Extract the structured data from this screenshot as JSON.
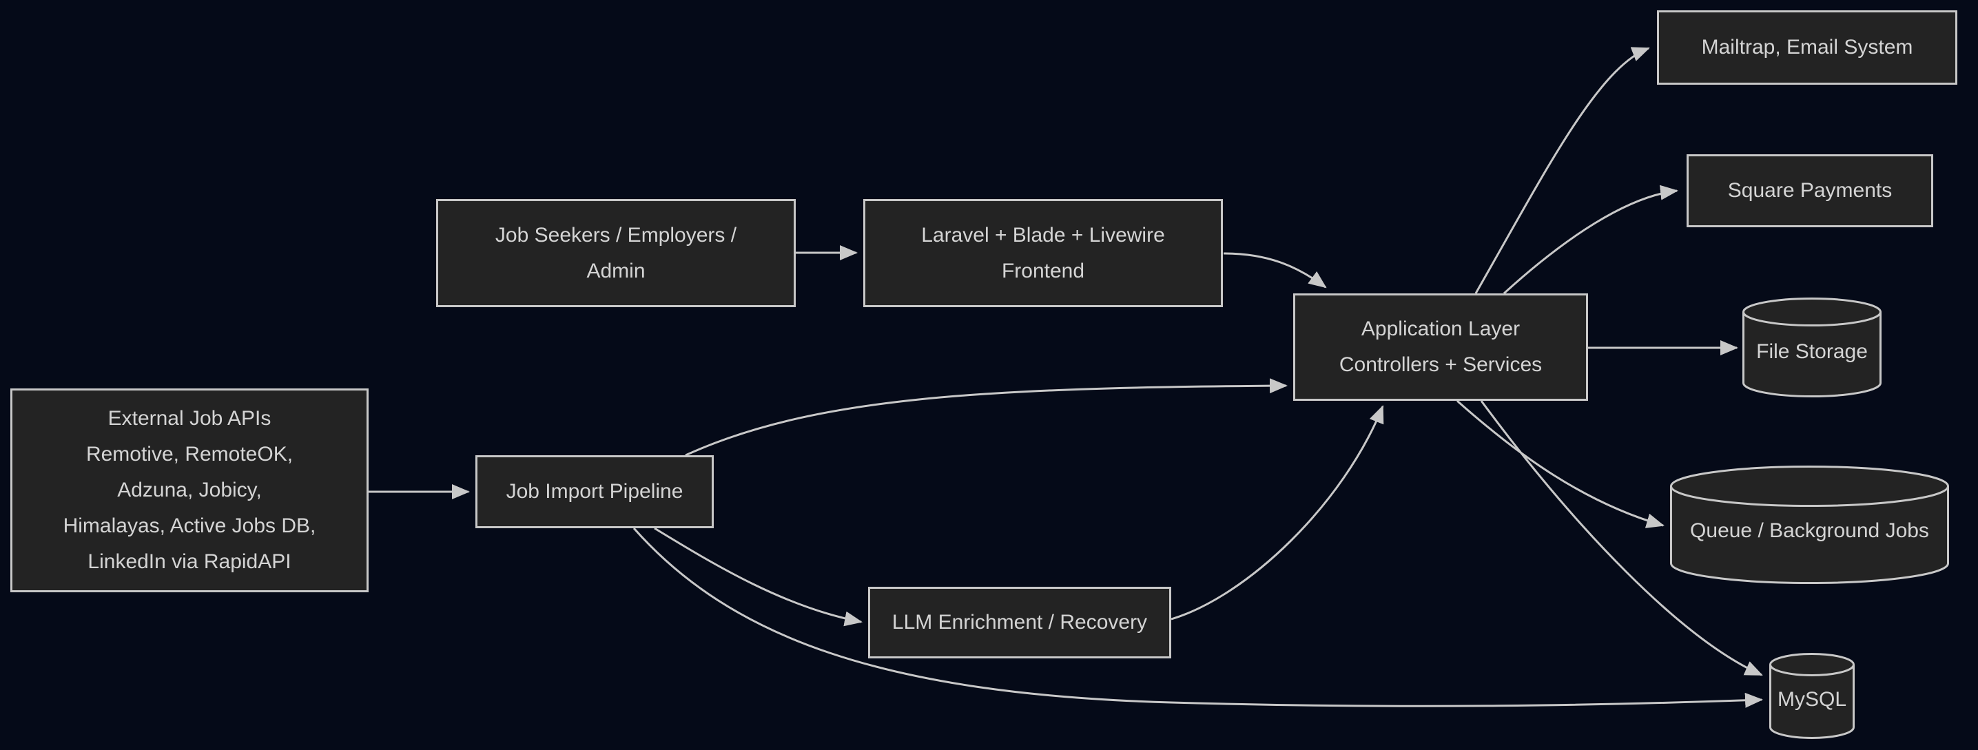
{
  "theme": {
    "background": "#050a18",
    "node_fill": "#232323",
    "node_border": "#c8c8c8",
    "edge_color": "#c8c8c8",
    "text_color": "#d4d4d4"
  },
  "diagram": {
    "nodes": {
      "job_seekers": {
        "shape": "rect",
        "label": "Job Seekers / Employers /\nAdmin"
      },
      "frontend": {
        "shape": "rect",
        "label": "Laravel + Blade + Livewire\nFrontend"
      },
      "external_apis": {
        "shape": "rect",
        "label": "External Job APIs\nRemotive, RemoteOK,\nAdzuna, Jobicy,\nHimalayas, Active Jobs DB,\nLinkedIn via RapidAPI"
      },
      "import_pipeline": {
        "shape": "rect",
        "label": "Job Import Pipeline"
      },
      "llm": {
        "shape": "rect",
        "label": "LLM Enrichment / Recovery"
      },
      "app_layer": {
        "shape": "rect",
        "label": "Application Layer\nControllers + Services"
      },
      "mailtrap": {
        "shape": "rect",
        "label": "Mailtrap, Email System"
      },
      "square": {
        "shape": "rect",
        "label": "Square Payments"
      },
      "file_storage": {
        "shape": "cylinder",
        "label": "File Storage"
      },
      "queue": {
        "shape": "cylinder",
        "label": "Queue / Background Jobs"
      },
      "mysql": {
        "shape": "cylinder",
        "label": "MySQL"
      }
    },
    "edges": [
      {
        "from": "external_apis",
        "to": "import_pipeline"
      },
      {
        "from": "job_seekers",
        "to": "frontend"
      },
      {
        "from": "frontend",
        "to": "app_layer"
      },
      {
        "from": "import_pipeline",
        "to": "app_layer"
      },
      {
        "from": "import_pipeline",
        "to": "llm"
      },
      {
        "from": "import_pipeline",
        "to": "mysql"
      },
      {
        "from": "llm",
        "to": "app_layer"
      },
      {
        "from": "app_layer",
        "to": "mailtrap"
      },
      {
        "from": "app_layer",
        "to": "square"
      },
      {
        "from": "app_layer",
        "to": "file_storage"
      },
      {
        "from": "app_layer",
        "to": "queue"
      },
      {
        "from": "app_layer",
        "to": "mysql"
      }
    ]
  }
}
